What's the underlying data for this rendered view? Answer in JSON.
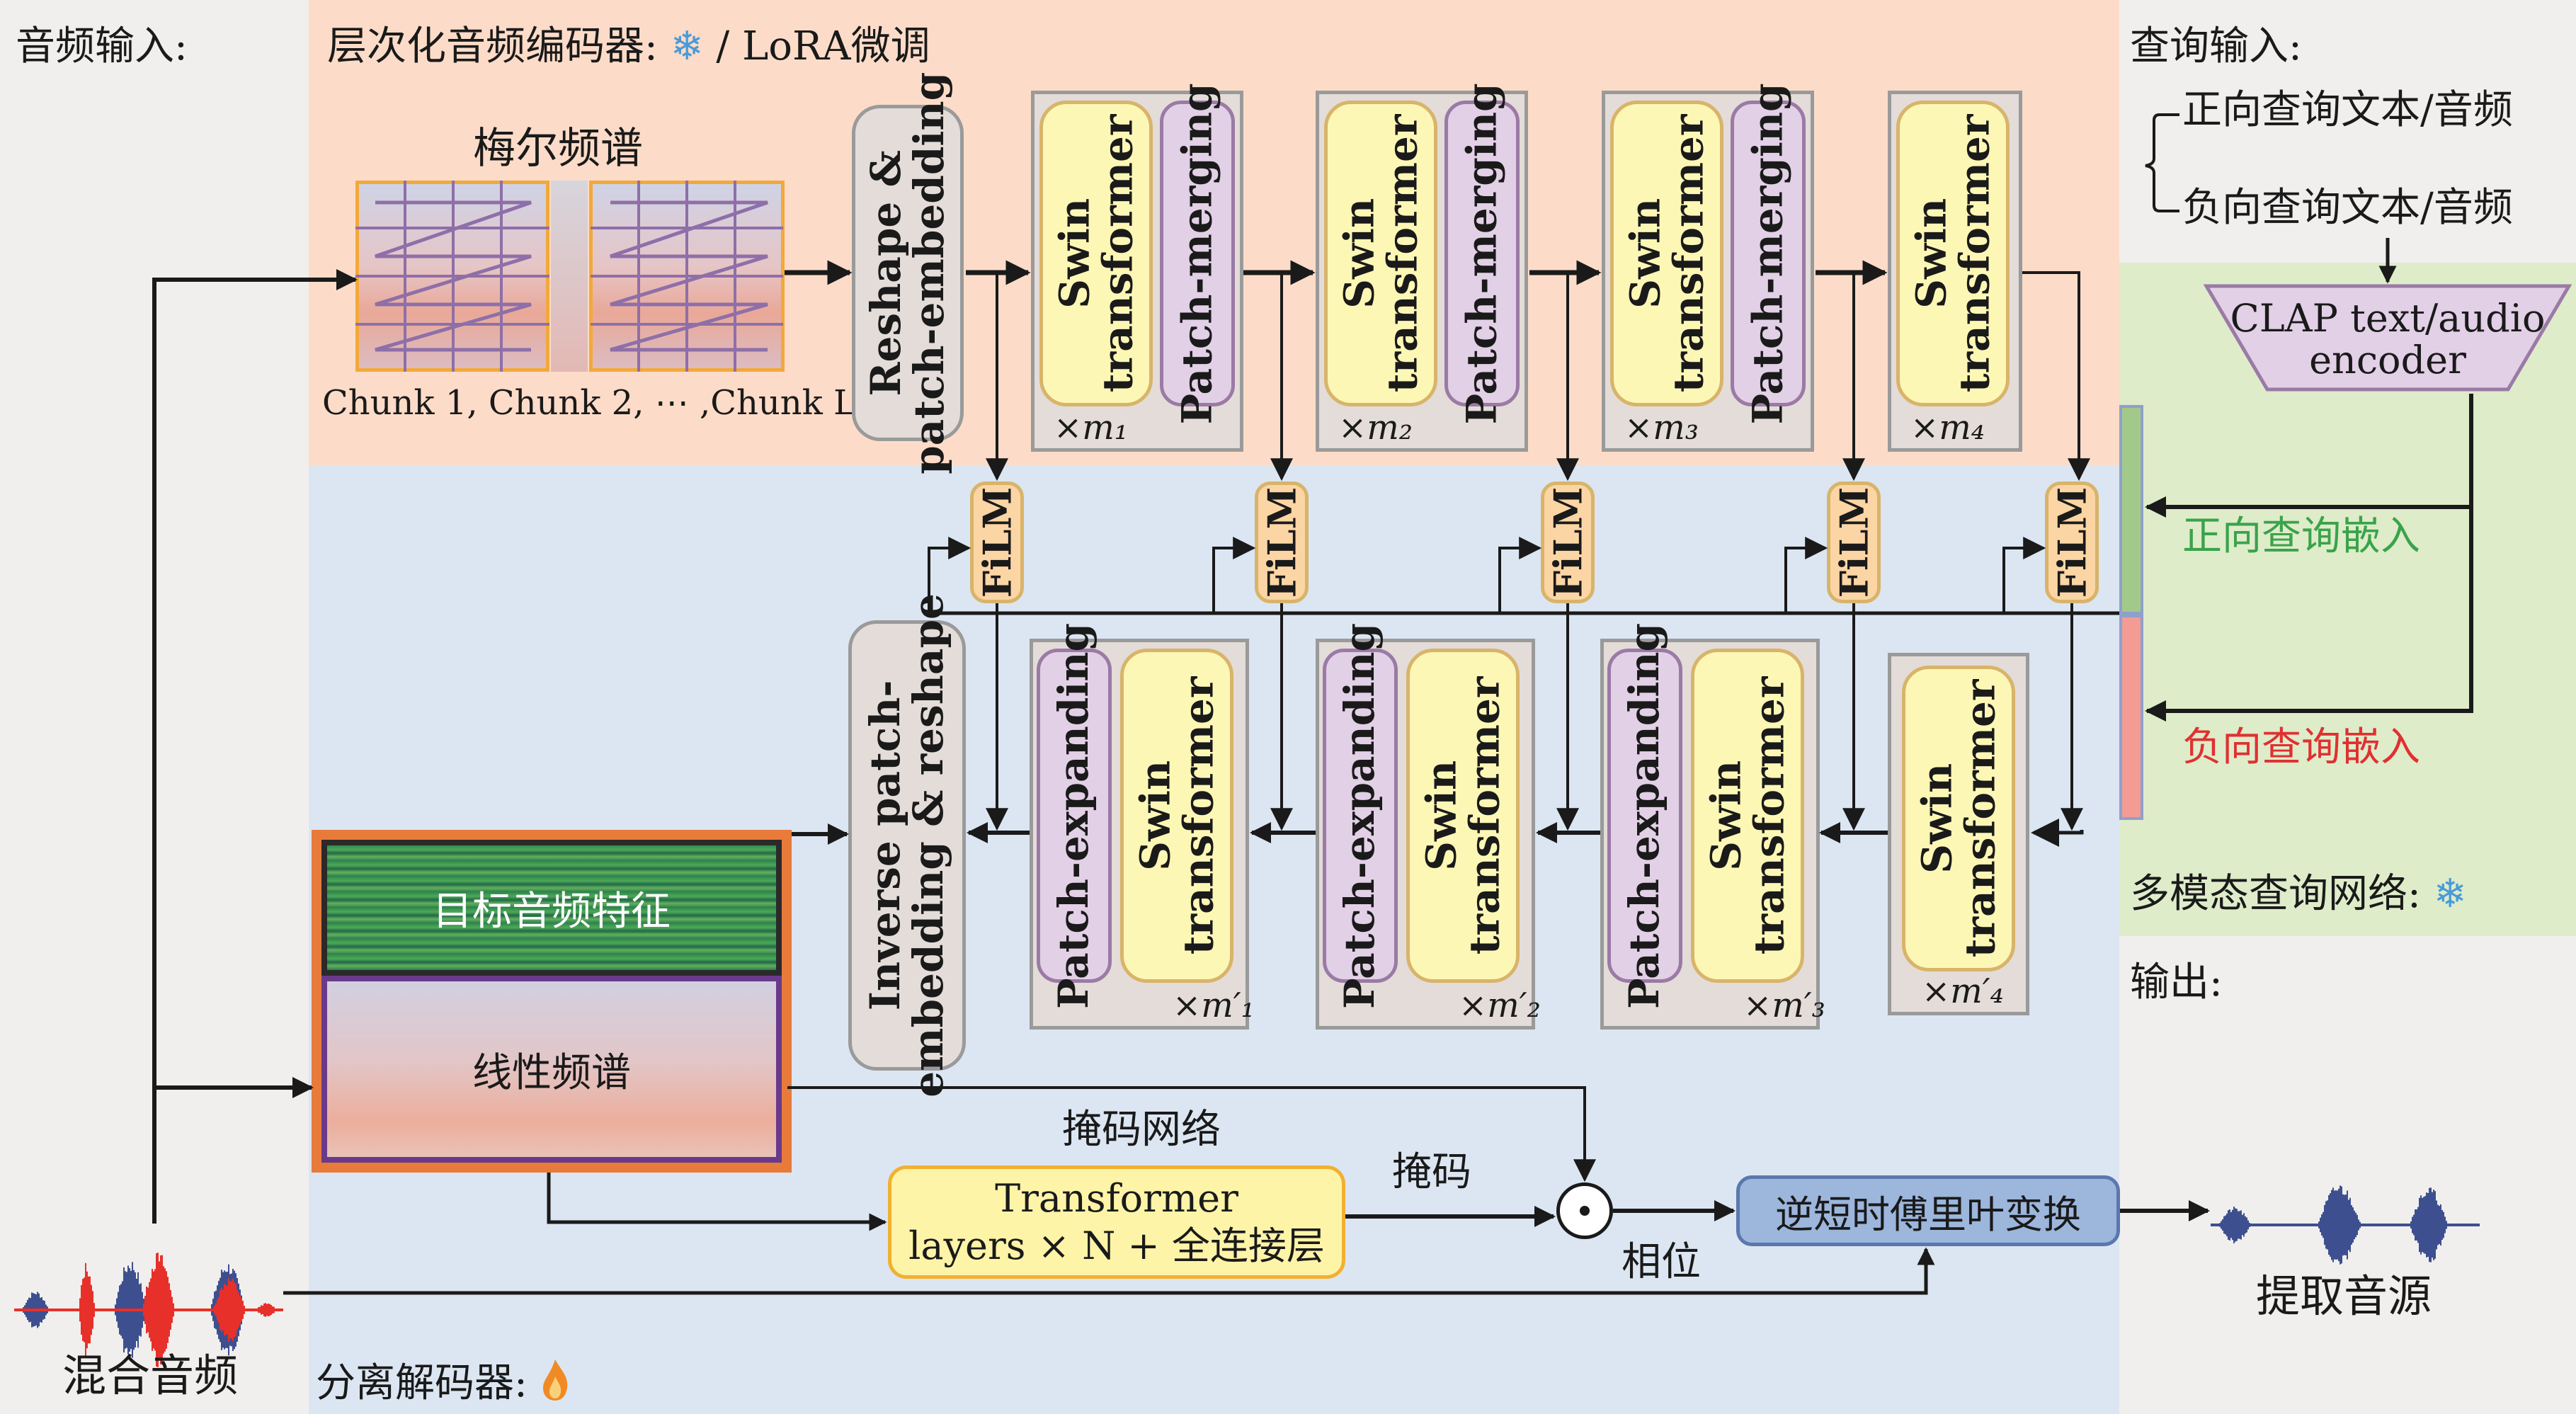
{
  "sections": {
    "audio_input": "音频输入:",
    "encoder_title": "层次化音频编码器:",
    "encoder_suffix": "/ LoRA微调",
    "query_input": "查询输入:",
    "query_network": "多模态查询网络:",
    "output": "输出:",
    "decoder_title": "分离解码器:"
  },
  "icons": {
    "encoder_status": "snowflake-icon",
    "query_status": "snowflake-icon",
    "decoder_status": "flame-icon"
  },
  "encoder": {
    "mel_title": "梅尔频谱",
    "chunk_caption": "Chunk 1, Chunk 2, ⋯ ,Chunk L",
    "reshape_block": [
      "Reshape &",
      "patch-embedding"
    ],
    "stages": [
      {
        "blocks": [
          "Swin transformer",
          "Patch-merging"
        ],
        "multiplier": "×m₁"
      },
      {
        "blocks": [
          "Swin transformer",
          "Patch-merging"
        ],
        "multiplier": "×m₂"
      },
      {
        "blocks": [
          "Swin transformer",
          "Patch-merging"
        ],
        "multiplier": "×m₃"
      },
      {
        "blocks": [
          "Swin transformer"
        ],
        "multiplier": "×m₄"
      }
    ]
  },
  "film": {
    "label": "FiLM",
    "count": 5
  },
  "decoder": {
    "inverse_block": [
      "Inverse patch-",
      "embedding & reshape"
    ],
    "stages": [
      {
        "blocks": [
          "Patch-expanding",
          "Swin transformer"
        ],
        "multiplier": "×m′₁"
      },
      {
        "blocks": [
          "Patch-expanding",
          "Swin transformer"
        ],
        "multiplier": "×m′₂"
      },
      {
        "blocks": [
          "Patch-expanding",
          "Swin transformer"
        ],
        "multiplier": "×m′₃"
      },
      {
        "blocks": [
          "Swin transformer"
        ],
        "multiplier": "×m′₄"
      }
    ],
    "target_feature": "目标音频特征",
    "linear_spec": "线性频谱",
    "mask_network_title": "掩码网络",
    "mask_network_block": [
      "Transformer",
      "layers × N + 全连接层"
    ],
    "mask_label": "掩码",
    "phase_label": "相位",
    "multiply_op": "⊙",
    "istft_block": "逆短时傅里叶变换"
  },
  "query": {
    "positive_input": "正向查询文本/音频",
    "negative_input": "负向查询文本/音频",
    "encoder_block": [
      "CLAP text/audio",
      "encoder"
    ],
    "positive_embedding": "正向查询嵌入",
    "negative_embedding": "负向查询嵌入"
  },
  "io": {
    "mixture_label": "混合音频",
    "extracted_label": "提取音源"
  },
  "colors": {
    "encoder_bg": "#fcdcc8",
    "decoder_bg": "#dce6f2",
    "query_bg": "#deecca",
    "outer_bg": "#f0efed",
    "swin": "#fdf7b6",
    "patch_op": "#e2d0e6",
    "film": "#fbd5a4",
    "positive": "#3aa34a",
    "negative": "#e03030",
    "istft": "#9cb6dc",
    "snowflake": "#4a9ad8",
    "wave_blue": "#3d4f8f",
    "wave_red": "#e8302a"
  }
}
